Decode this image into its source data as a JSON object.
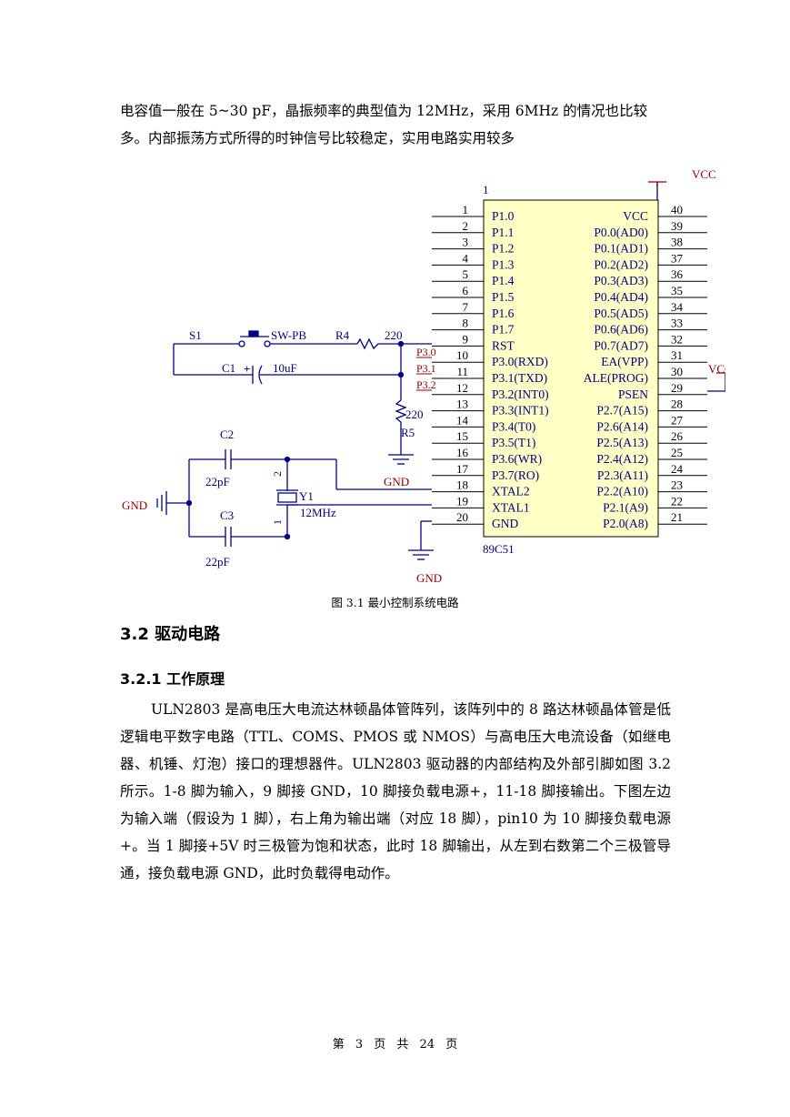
{
  "intro_paragraph": "电容值一般在 5~30 pF，晶振频率的典型值为 12MHz，采用 6MHz 的情况也比较多。内部振荡方式所得的时钟信号比较稳定，实用电路实用较多",
  "schematic": {
    "chip_number": "1",
    "chip_name": "89C51",
    "vcc_top": "VCC",
    "vcc_right": "VCC",
    "left_pins": [
      {
        "num": "1",
        "name": "P1.0"
      },
      {
        "num": "2",
        "name": "P1.1"
      },
      {
        "num": "3",
        "name": "P1.2"
      },
      {
        "num": "4",
        "name": "P1.3"
      },
      {
        "num": "5",
        "name": "P1.4"
      },
      {
        "num": "6",
        "name": "P1.5"
      },
      {
        "num": "7",
        "name": "P1.6"
      },
      {
        "num": "8",
        "name": "P1.7"
      },
      {
        "num": "9",
        "name": "RST"
      },
      {
        "num": "10",
        "name": "P3.0(RXD)"
      },
      {
        "num": "11",
        "name": "P3.1(TXD)"
      },
      {
        "num": "12",
        "name": "P3.2(INT0)"
      },
      {
        "num": "13",
        "name": "P3.3(INT1)"
      },
      {
        "num": "14",
        "name": "P3.4(T0)"
      },
      {
        "num": "15",
        "name": "P3.5(T1)"
      },
      {
        "num": "16",
        "name": "P3.6(WR)"
      },
      {
        "num": "17",
        "name": "P3.7(RO)"
      },
      {
        "num": "18",
        "name": "XTAL2"
      },
      {
        "num": "19",
        "name": "XTAL1"
      },
      {
        "num": "20",
        "name": "GND"
      }
    ],
    "right_pins": [
      {
        "num": "40",
        "name": "VCC"
      },
      {
        "num": "39",
        "name": "P0.0(AD0)"
      },
      {
        "num": "38",
        "name": "P0.1(AD1)"
      },
      {
        "num": "37",
        "name": "P0.2(AD2)"
      },
      {
        "num": "36",
        "name": "P0.3(AD3)"
      },
      {
        "num": "35",
        "name": "P0.4(AD4)"
      },
      {
        "num": "34",
        "name": "P0.5(AD5)"
      },
      {
        "num": "33",
        "name": "P0.6(AD6)"
      },
      {
        "num": "32",
        "name": "P0.7(AD7)"
      },
      {
        "num": "31",
        "name": "EA(VPP)"
      },
      {
        "num": "30",
        "name": "ALE(PROG)"
      },
      {
        "num": "29",
        "name": "PSEN"
      },
      {
        "num": "28",
        "name": "P2.7(A15)"
      },
      {
        "num": "27",
        "name": "P2.6(A14)"
      },
      {
        "num": "26",
        "name": "P2.5(A13)"
      },
      {
        "num": "25",
        "name": "P2.4(A12)"
      },
      {
        "num": "24",
        "name": "P2.3(A11)"
      },
      {
        "num": "23",
        "name": "P2.2(A10)"
      },
      {
        "num": "22",
        "name": "P2.1(A9)"
      },
      {
        "num": "21",
        "name": "P2.0(A8)"
      }
    ],
    "net_labels": [
      "P3.0",
      "P3.1",
      "P3.2"
    ],
    "switch_ref": "S1",
    "switch_type": "SW-PB",
    "r4_ref": "R4",
    "r4_value": "220",
    "c1_ref": "C1",
    "c1_value": "10uF",
    "r5_value": "220",
    "r5_ref": "R5",
    "c2_ref": "C2",
    "c2_value": "22pF",
    "c3_ref": "C3",
    "c3_value": "22pF",
    "crystal_ref": "Y1",
    "crystal_value": "12MHz",
    "crystal_pin2": "2",
    "crystal_pin1": "1",
    "gnd_label": "GND",
    "colors": {
      "chip_fill": "#ffffc6",
      "wire": "#00008b",
      "power": "#8b0000",
      "text": "#000080"
    }
  },
  "figure_caption": "图 3.1 最小控制系统电路",
  "section_heading": "3.2  驱动电路",
  "subsection_heading": "3.2.1  工作原理",
  "body_paragraph": "ULN2803 是高电压大电流达林顿晶体管阵列，该阵列中的 8 路达林顿晶体管是低逻辑电平数字电路（TTL、COMS、PMOS 或 NMOS）与高电压大电流设备（如继电器、机锤、灯泡）接口的理想器件。ULN2803 驱动器的内部结构及外部引脚如图 3.2 所示。1-8 脚为输入，9 脚接 GND，10 脚接负载电源+，11-18 脚接输出。下图左边为输入端（假设为 1 脚），右上角为输出端（对应 18 脚），pin10 为 10 脚接负载电源+。当 1 脚接+5V 时三极管为饱和状态，此时 18 脚输出，从左到右数第二个三极管导通，接负载电源 GND，此时负载得电动作。",
  "footer": "第 3 页 共 24 页"
}
